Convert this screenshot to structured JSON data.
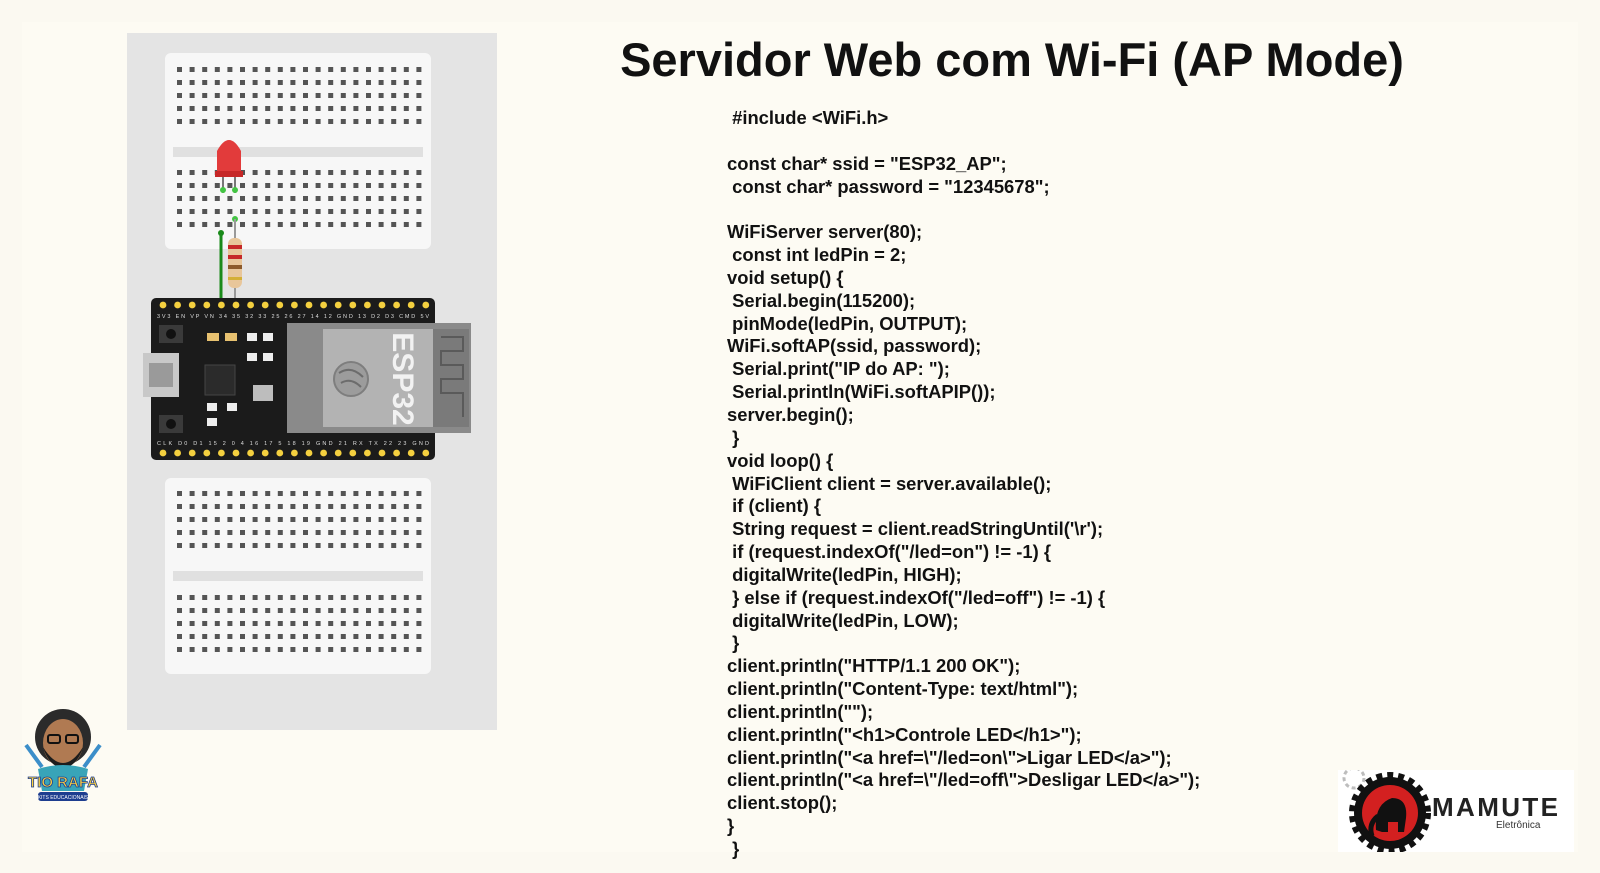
{
  "slide": {
    "title": "Servidor Web com Wi-Fi (AP Mode)",
    "code_lines": [
      " #include <WiFi.h>",
      "",
      "const char* ssid = \"ESP32_AP\";",
      " const char* password = \"12345678\";",
      "",
      "WiFiServer server(80);",
      " const int ledPin = 2;",
      "void setup() {",
      " Serial.begin(115200);",
      " pinMode(ledPin, OUTPUT);",
      "WiFi.softAP(ssid, password);",
      " Serial.print(\"IP do AP: \");",
      " Serial.println(WiFi.softAPIP());",
      "server.begin();",
      " }",
      "void loop() {",
      " WiFiClient client = server.available();",
      " if (client) {",
      " String request = client.readStringUntil('\\r');",
      " if (request.indexOf(\"/led=on\") != -1) {",
      " digitalWrite(ledPin, HIGH);",
      " } else if (request.indexOf(\"/led=off\") != -1) {",
      " digitalWrite(ledPin, LOW);",
      " }",
      "client.println(\"HTTP/1.1 200 OK\");",
      "client.println(\"Content-Type: text/html\");",
      "client.println(\"\");",
      "client.println(\"<h1>Controle LED</h1>\");",
      "client.println(\"<a href=\\\"/led=on\\\">Ligar LED</a>\");",
      "client.println(\"<a href=\\\"/led=off\\\">Desligar LED</a>\");",
      "client.stop();",
      "}",
      " }"
    ]
  },
  "circuit": {
    "board_label": "ESP32",
    "top_pins": "3V3 EN VP VN 34 35 32 33 25 26 27 14 12 GND 13 D2 D3 CMD 5V",
    "bottom_pins": "CLK D0 D1 15 2 0 4 16 17 5 18 19 GND 21 RX TX 22 23 GND",
    "led_color": "#e23b3b",
    "board_color": "#1b1b1b"
  },
  "logos": {
    "left_text": "TIO RAFA",
    "left_subtext": "KITS EDUCACIONAIS",
    "right_text": "MAMUTE",
    "right_subtext": "Eletrônica"
  }
}
